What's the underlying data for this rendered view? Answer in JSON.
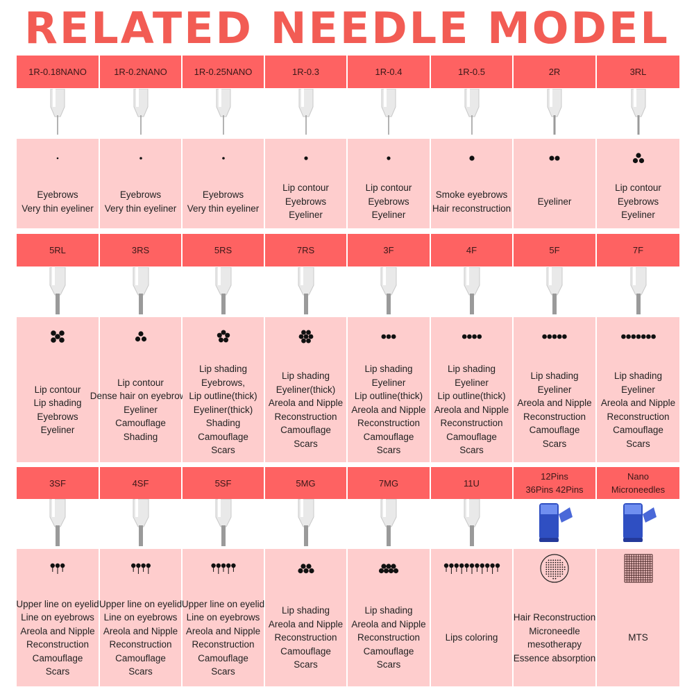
{
  "title": "RELATED NEEDLE MODEL",
  "colors": {
    "header": "#fe6262",
    "description": "#fecdcd",
    "title": "#f25c54",
    "pin": "#111111"
  },
  "rows": [
    {
      "cells": [
        {
          "model": [
            "1R-0.18NANO"
          ],
          "needle": "1R",
          "pattern": "single-xs",
          "uses": [
            "Eyebrows",
            "Very thin eyeliner"
          ]
        },
        {
          "model": [
            "1R-0.2NANO"
          ],
          "needle": "1R",
          "pattern": "single-s",
          "uses": [
            "Eyebrows",
            "Very thin eyeliner"
          ]
        },
        {
          "model": [
            "1R-0.25NANO"
          ],
          "needle": "1R",
          "pattern": "single-s",
          "uses": [
            "Eyebrows",
            "Very thin eyeliner"
          ]
        },
        {
          "model": [
            "1R-0.3"
          ],
          "needle": "1R",
          "pattern": "single-m",
          "uses": [
            "Lip contour",
            "Eyebrows",
            "Eyeliner"
          ]
        },
        {
          "model": [
            "1R-0.4"
          ],
          "needle": "1R",
          "pattern": "single-m",
          "uses": [
            "Lip contour",
            "Eyebrows",
            "Eyeliner"
          ]
        },
        {
          "model": [
            "1R-0.5"
          ],
          "needle": "1R",
          "pattern": "single-l",
          "uses": [
            "Smoke eyebrows",
            "Hair reconstruction"
          ]
        },
        {
          "model": [
            "2R"
          ],
          "needle": "2R",
          "pattern": "double",
          "uses": [
            "Eyeliner"
          ]
        },
        {
          "model": [
            "3RL"
          ],
          "needle": "3RL",
          "pattern": "triangle",
          "uses": [
            "Lip contour",
            "Eyebrows",
            "Eyeliner"
          ]
        }
      ]
    },
    {
      "cells": [
        {
          "model": [
            "5RL"
          ],
          "needle": "RL",
          "pattern": "five-cross",
          "uses": [
            "Lip contour",
            "Lip shading",
            "Eyebrows",
            "Eyeliner"
          ]
        },
        {
          "model": [
            "3RS"
          ],
          "needle": "RS",
          "pattern": "triangle-s",
          "uses": [
            "Lip contour",
            "Dense hair on eyebrows",
            "Eyeliner",
            "Camouflage",
            "Shading"
          ]
        },
        {
          "model": [
            "5RS"
          ],
          "needle": "RS",
          "pattern": "five-ring",
          "uses": [
            "Lip shading",
            "Eyebrows,",
            "Lip outline(thick)",
            "Eyeliner(thick)",
            "Shading",
            "Camouflage",
            "Scars"
          ]
        },
        {
          "model": [
            "7RS"
          ],
          "needle": "RS",
          "pattern": "seven-ring",
          "uses": [
            "Lip shading",
            "Eyeliner(thick)",
            "Areola and Nipple",
            "Reconstruction",
            "Camouflage",
            "Scars"
          ]
        },
        {
          "model": [
            "3F"
          ],
          "needle": "F",
          "pattern": "row-3",
          "uses": [
            "Lip shading",
            "Eyeliner",
            "Lip outline(thick)",
            "Areola and Nipple",
            "Reconstruction",
            "Camouflage",
            "Scars"
          ]
        },
        {
          "model": [
            "4F"
          ],
          "needle": "F",
          "pattern": "row-4",
          "uses": [
            "Lip shading",
            "Eyeliner",
            "Lip outline(thick)",
            "Areola and Nipple",
            "Reconstruction",
            "Camouflage",
            "Scars"
          ]
        },
        {
          "model": [
            "5F"
          ],
          "needle": "F",
          "pattern": "row-5",
          "uses": [
            "Lip shading",
            "Eyeliner",
            "Areola and Nipple",
            "Reconstruction",
            "Camouflage",
            "Scars"
          ]
        },
        {
          "model": [
            "7F"
          ],
          "needle": "F",
          "pattern": "row-7",
          "uses": [
            "Lip shading",
            "Eyeliner",
            "Areola and Nipple",
            "Reconstruction",
            "Camouflage",
            "Scars"
          ]
        }
      ]
    },
    {
      "cells": [
        {
          "model": [
            "3SF"
          ],
          "needle": "SF",
          "pattern": "pins-3",
          "uses": [
            "Upper line on eyelid",
            "Line on eyebrows",
            "Areola and Nipple",
            "Reconstruction",
            "Camouflage",
            "Scars"
          ]
        },
        {
          "model": [
            "4SF"
          ],
          "needle": "SF",
          "pattern": "pins-4",
          "uses": [
            "Upper line on eyelid",
            "Line on eyebrows",
            "Areola and Nipple",
            "Reconstruction",
            "Camouflage",
            "Scars"
          ]
        },
        {
          "model": [
            "5SF"
          ],
          "needle": "SF",
          "pattern": "pins-5",
          "uses": [
            "Upper line on eyelid",
            "Line on eyebrows",
            "Areola and Nipple",
            "Reconstruction",
            "Camouflage",
            "Scars"
          ]
        },
        {
          "model": [
            "5MG"
          ],
          "needle": "MG",
          "pattern": "mg-5",
          "uses": [
            "Lip shading",
            "Areola and Nipple",
            "Reconstruction",
            "Camouflage",
            "Scars"
          ]
        },
        {
          "model": [
            "7MG"
          ],
          "needle": "MG",
          "pattern": "mg-7",
          "uses": [
            "Lip shading",
            "Areola and Nipple",
            "Reconstruction",
            "Camouflage",
            "Scars"
          ]
        },
        {
          "model": [
            "11U"
          ],
          "needle": "U",
          "pattern": "pins-11",
          "uses": [
            "Lips coloring"
          ]
        },
        {
          "model": [
            "12Pins",
            "36Pins 42Pins"
          ],
          "needle": "cartridge",
          "pattern": "circle-grid",
          "uses": [
            "Hair Reconstruction",
            "Microneedle",
            "mesotherapy",
            "Essence absorption"
          ]
        },
        {
          "model": [
            "Nano",
            "Microneedles"
          ],
          "needle": "cartridge",
          "pattern": "square-grid",
          "uses": [
            "MTS"
          ]
        }
      ]
    }
  ]
}
